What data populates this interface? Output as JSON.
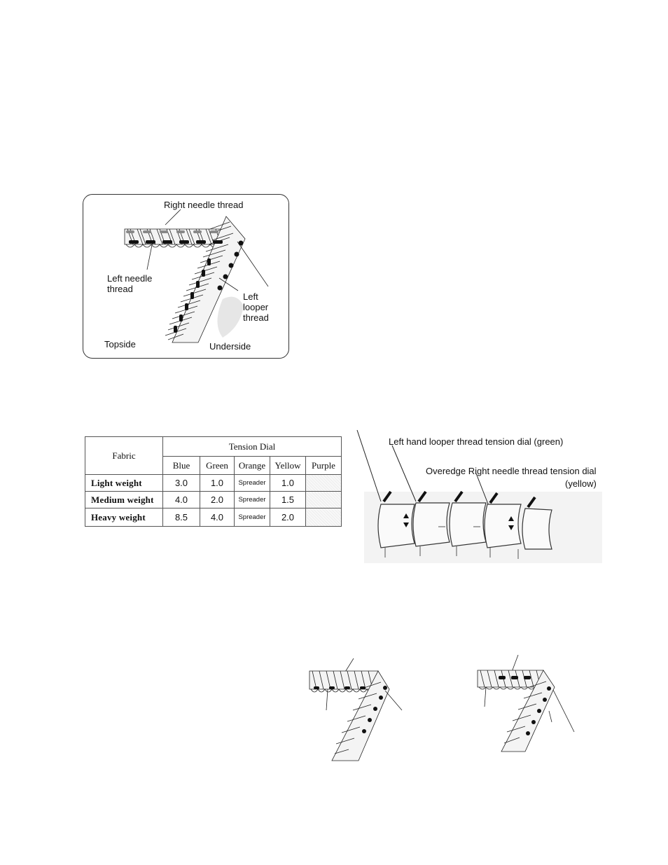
{
  "stitch_diagram": {
    "labels": {
      "right_needle_thread": "Right needle thread",
      "left_needle_thread": "Left needle\nthread",
      "left_looper_thread": "Left\nlooper\nthread",
      "topside": "Topside",
      "underside": "Underside"
    }
  },
  "tension_table": {
    "fabric_header": "Fabric",
    "group_header": "Tension Dial",
    "columns": [
      "Blue",
      "Green",
      "Orange",
      "Yellow",
      "Purple"
    ],
    "rows": [
      {
        "fabric": "Light weight",
        "values": [
          "3.0",
          "1.0",
          "Spreader",
          "1.0",
          ""
        ]
      },
      {
        "fabric": "Medium weight",
        "values": [
          "4.0",
          "2.0",
          "Spreader",
          "1.5",
          ""
        ]
      },
      {
        "fabric": "Heavy weight",
        "values": [
          "8.5",
          "4.0",
          "Spreader",
          "2.0",
          ""
        ]
      }
    ]
  },
  "dial_diagram": {
    "label_left_looper": "Left hand looper thread tension dial  (green)",
    "label_right_needle": "Overedge Right needle thread tension dial",
    "label_right_needle_color": "(yellow)"
  }
}
